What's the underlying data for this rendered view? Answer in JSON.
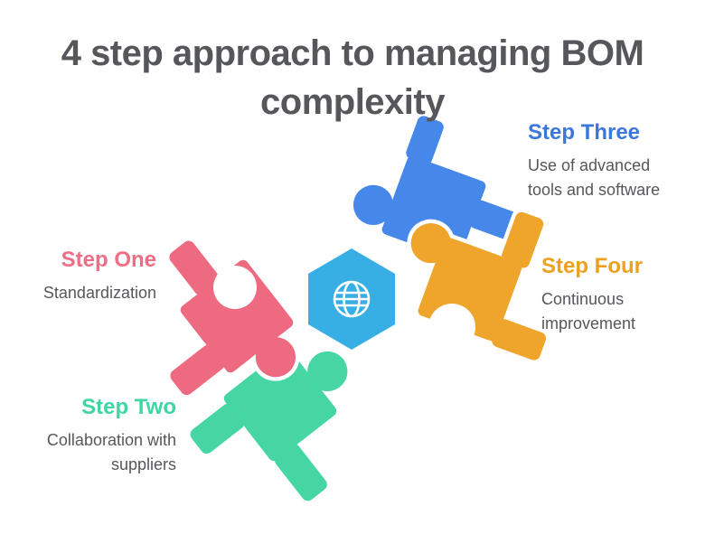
{
  "title": {
    "line1": "4 step approach to managing BOM",
    "line2": "complexity"
  },
  "steps": [
    {
      "name": "one",
      "label": "Step One",
      "description": "Standardization",
      "color": "#ED6E85"
    },
    {
      "name": "two",
      "label": "Step Two",
      "description": "Collaboration with suppliers",
      "color": "#40D5A1"
    },
    {
      "name": "three",
      "label": "Step Three",
      "description": "Use of advanced tools and software",
      "color": "#3C77DB"
    },
    {
      "name": "four",
      "label": "Step Four",
      "description": "Continuous improvement",
      "color": "#EDA121"
    }
  ],
  "puzzle": {
    "hexagon_color": "#37AEE4",
    "center_icon": "globe-icon",
    "piece_colors": {
      "one": "#ED6A80",
      "two": "#45D6A3",
      "three": "#4687EA",
      "four": "#EFA42C"
    }
  },
  "theme": {
    "text_color": "#56575B",
    "background": "#FFFFFF"
  }
}
